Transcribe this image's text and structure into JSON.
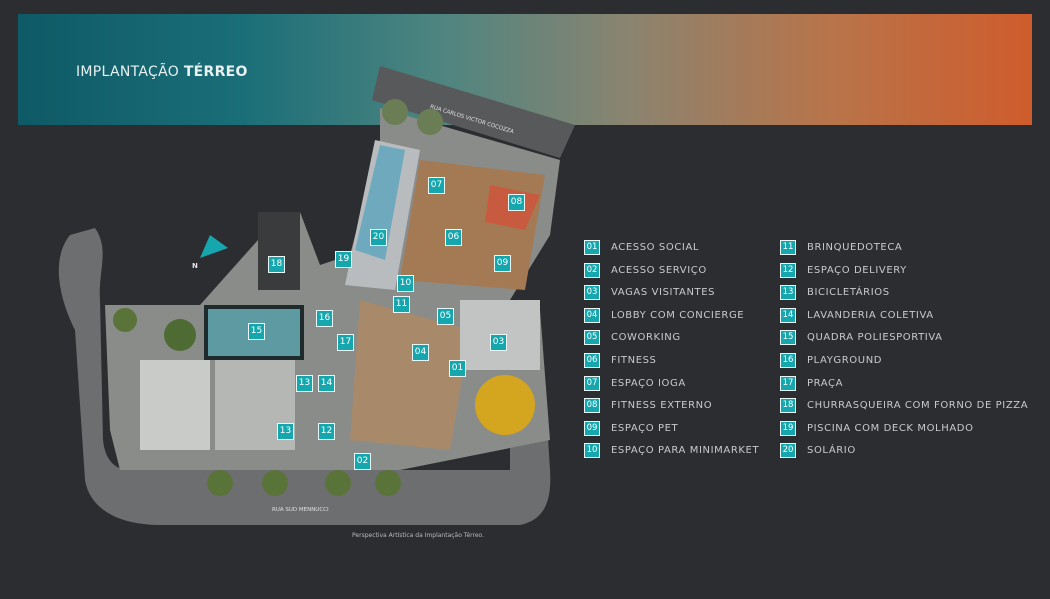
{
  "header": {
    "title_light": "IMPLANTAÇÃO",
    "title_bold": "TÉRREO"
  },
  "compass": {
    "label": "N"
  },
  "streets": {
    "top": "RUA CARLOS VICTOR COCOZZA",
    "bottom": "RUA SUD MENNUCCI"
  },
  "caption": "Perspectiva Artística da Implantação Térreo.",
  "markers": [
    "01",
    "02",
    "03",
    "04",
    "05",
    "06",
    "07",
    "08",
    "09",
    "10",
    "11",
    "12",
    "13",
    "13",
    "14",
    "15",
    "16",
    "17",
    "18",
    "19",
    "20"
  ],
  "legend": [
    {
      "num": "01",
      "label": "ACESSO SOCIAL"
    },
    {
      "num": "02",
      "label": "ACESSO SERVIÇO"
    },
    {
      "num": "03",
      "label": "VAGAS VISITANTES"
    },
    {
      "num": "04",
      "label": "LOBBY COM CONCIERGE"
    },
    {
      "num": "05",
      "label": "COWORKING"
    },
    {
      "num": "06",
      "label": "FITNESS"
    },
    {
      "num": "07",
      "label": "ESPAÇO IOGA"
    },
    {
      "num": "08",
      "label": "FITNESS EXTERNO"
    },
    {
      "num": "09",
      "label": "ESPAÇO PET"
    },
    {
      "num": "10",
      "label": "ESPAÇO PARA MINIMARKET"
    },
    {
      "num": "11",
      "label": "BRINQUEDOTECA"
    },
    {
      "num": "12",
      "label": "ESPAÇO DELIVERY"
    },
    {
      "num": "13",
      "label": "BICICLETÁRIOS"
    },
    {
      "num": "14",
      "label": "LAVANDERIA COLETIVA"
    },
    {
      "num": "15",
      "label": "QUADRA POLIESPORTIVA"
    },
    {
      "num": "16",
      "label": "PLAYGROUND"
    },
    {
      "num": "17",
      "label": "PRAÇA"
    },
    {
      "num": "18",
      "label": "CHURRASQUEIRA COM FORNO DE PIZZA"
    },
    {
      "num": "19",
      "label": "PISCINA COM DECK MOLHADO"
    },
    {
      "num": "20",
      "label": "SOLÁRIO"
    }
  ],
  "colors": {
    "marker": "#16a6ae",
    "background": "#2b2d31"
  }
}
